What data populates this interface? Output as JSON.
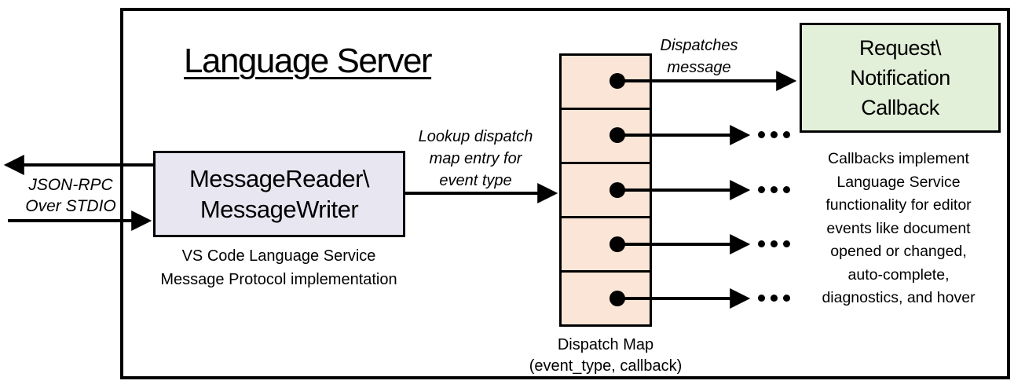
{
  "title": "Language Server",
  "io": {
    "line1": "JSON-RPC",
    "line2": "Over STDIO"
  },
  "reader": {
    "line1": "MessageReader\\",
    "line2": "MessageWriter",
    "caption1": "VS Code Language Service",
    "caption2": "Message Protocol implementation"
  },
  "lookup": {
    "line1": "Lookup dispatch",
    "line2": "map entry for",
    "line3": "event type"
  },
  "dispatches": {
    "line1": "Dispatches",
    "line2": "message"
  },
  "callback": {
    "line1": "Request\\",
    "line2": "Notification",
    "line3": "Callback"
  },
  "callbacks_note": {
    "lines": [
      "Callbacks implement",
      "Language Service",
      "functionality for editor",
      "events like document",
      "opened or changed,",
      "auto-complete,",
      "diagnostics, and hover"
    ]
  },
  "dispatch_map": {
    "rows": 5,
    "label1": "Dispatch Map",
    "label2": "(event_type, callback)"
  },
  "icons": {
    "ellipsis": "…"
  },
  "colors": {
    "line": "#000000",
    "reader_fill": "#e8e6f0",
    "dispatch_fill": "#fbe5d6",
    "callback_fill": "#e2efd9",
    "background": "#ffffff"
  }
}
